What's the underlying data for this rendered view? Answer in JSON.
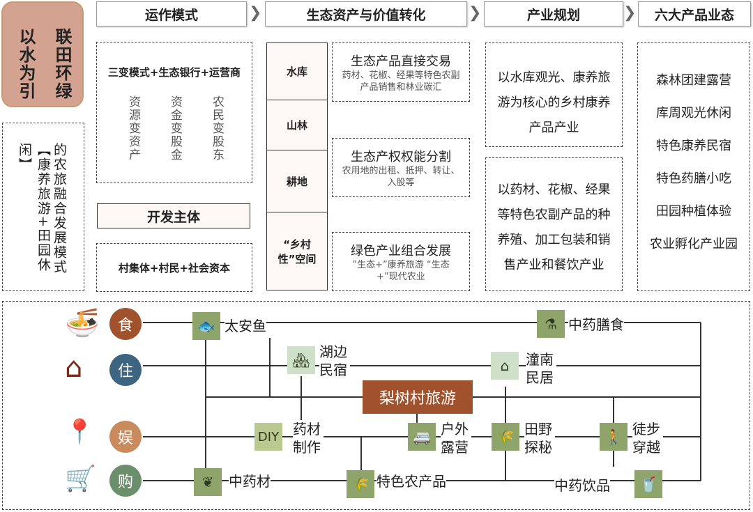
{
  "title_box": {
    "col1": "以水为引",
    "col2": "联田环绿"
  },
  "mode_box": {
    "col1": "【康养旅游+田园休闲】",
    "col2": "的农旅融合发展模式"
  },
  "headers": [
    "运作模式",
    "生态资产与价值转化",
    "产业规划",
    "六大产品业态"
  ],
  "operation": {
    "title": "三变模式+生态银行+运营商",
    "changes": [
      "资源变资产",
      "资金变股金",
      "农民变股东"
    ],
    "dev_label": "开发主体",
    "dev_value": "村集体+村民+社会资本"
  },
  "assets": [
    "水库",
    "山林",
    "耕地",
    "“乡村性”空间"
  ],
  "conversions": [
    {
      "title": "生态产品直接交易",
      "desc": "药材、花椒、经果等特色农副产品销售和林业碳汇"
    },
    {
      "title": "生态产权权能分割",
      "desc": "农用地的出租、抵押、转让、入股等"
    },
    {
      "title": "绿色产业组合发展",
      "desc": "”生态+”康养旅游 “生态+”现代农业"
    }
  ],
  "planning": [
    "以水库观光、康养旅游为核心的乡村康养产品产业",
    "以药材、花椒、经果等特色农副产品的种养殖、加工包装和销售产业和餐饮产业"
  ],
  "products": [
    "森林团建露营",
    "库周观光休闲",
    "特色康养民宿",
    "特色药膳小吃",
    "田园种植体验",
    "农业孵化产业园"
  ],
  "network": {
    "hub": "梨树村旅游",
    "categories": [
      {
        "label": "食",
        "color": "#a0522d"
      },
      {
        "label": "住",
        "color": "#3d6480"
      },
      {
        "label": "娱",
        "color": "#c98a5e"
      },
      {
        "label": "购",
        "color": "#6b8e6b"
      }
    ],
    "nodes": {
      "fish": "太安鱼",
      "medfood": "中药膳食",
      "lakeinn": "湖边民宿",
      "tongnan": "潼南民居",
      "diy": "药材制作",
      "diy_icon": "DIY",
      "camp": "户外露营",
      "field": "田野探秘",
      "hike": "徒步穿越",
      "herb": "中药材",
      "agri": "特色农产品",
      "drink": "中药饮品"
    }
  }
}
